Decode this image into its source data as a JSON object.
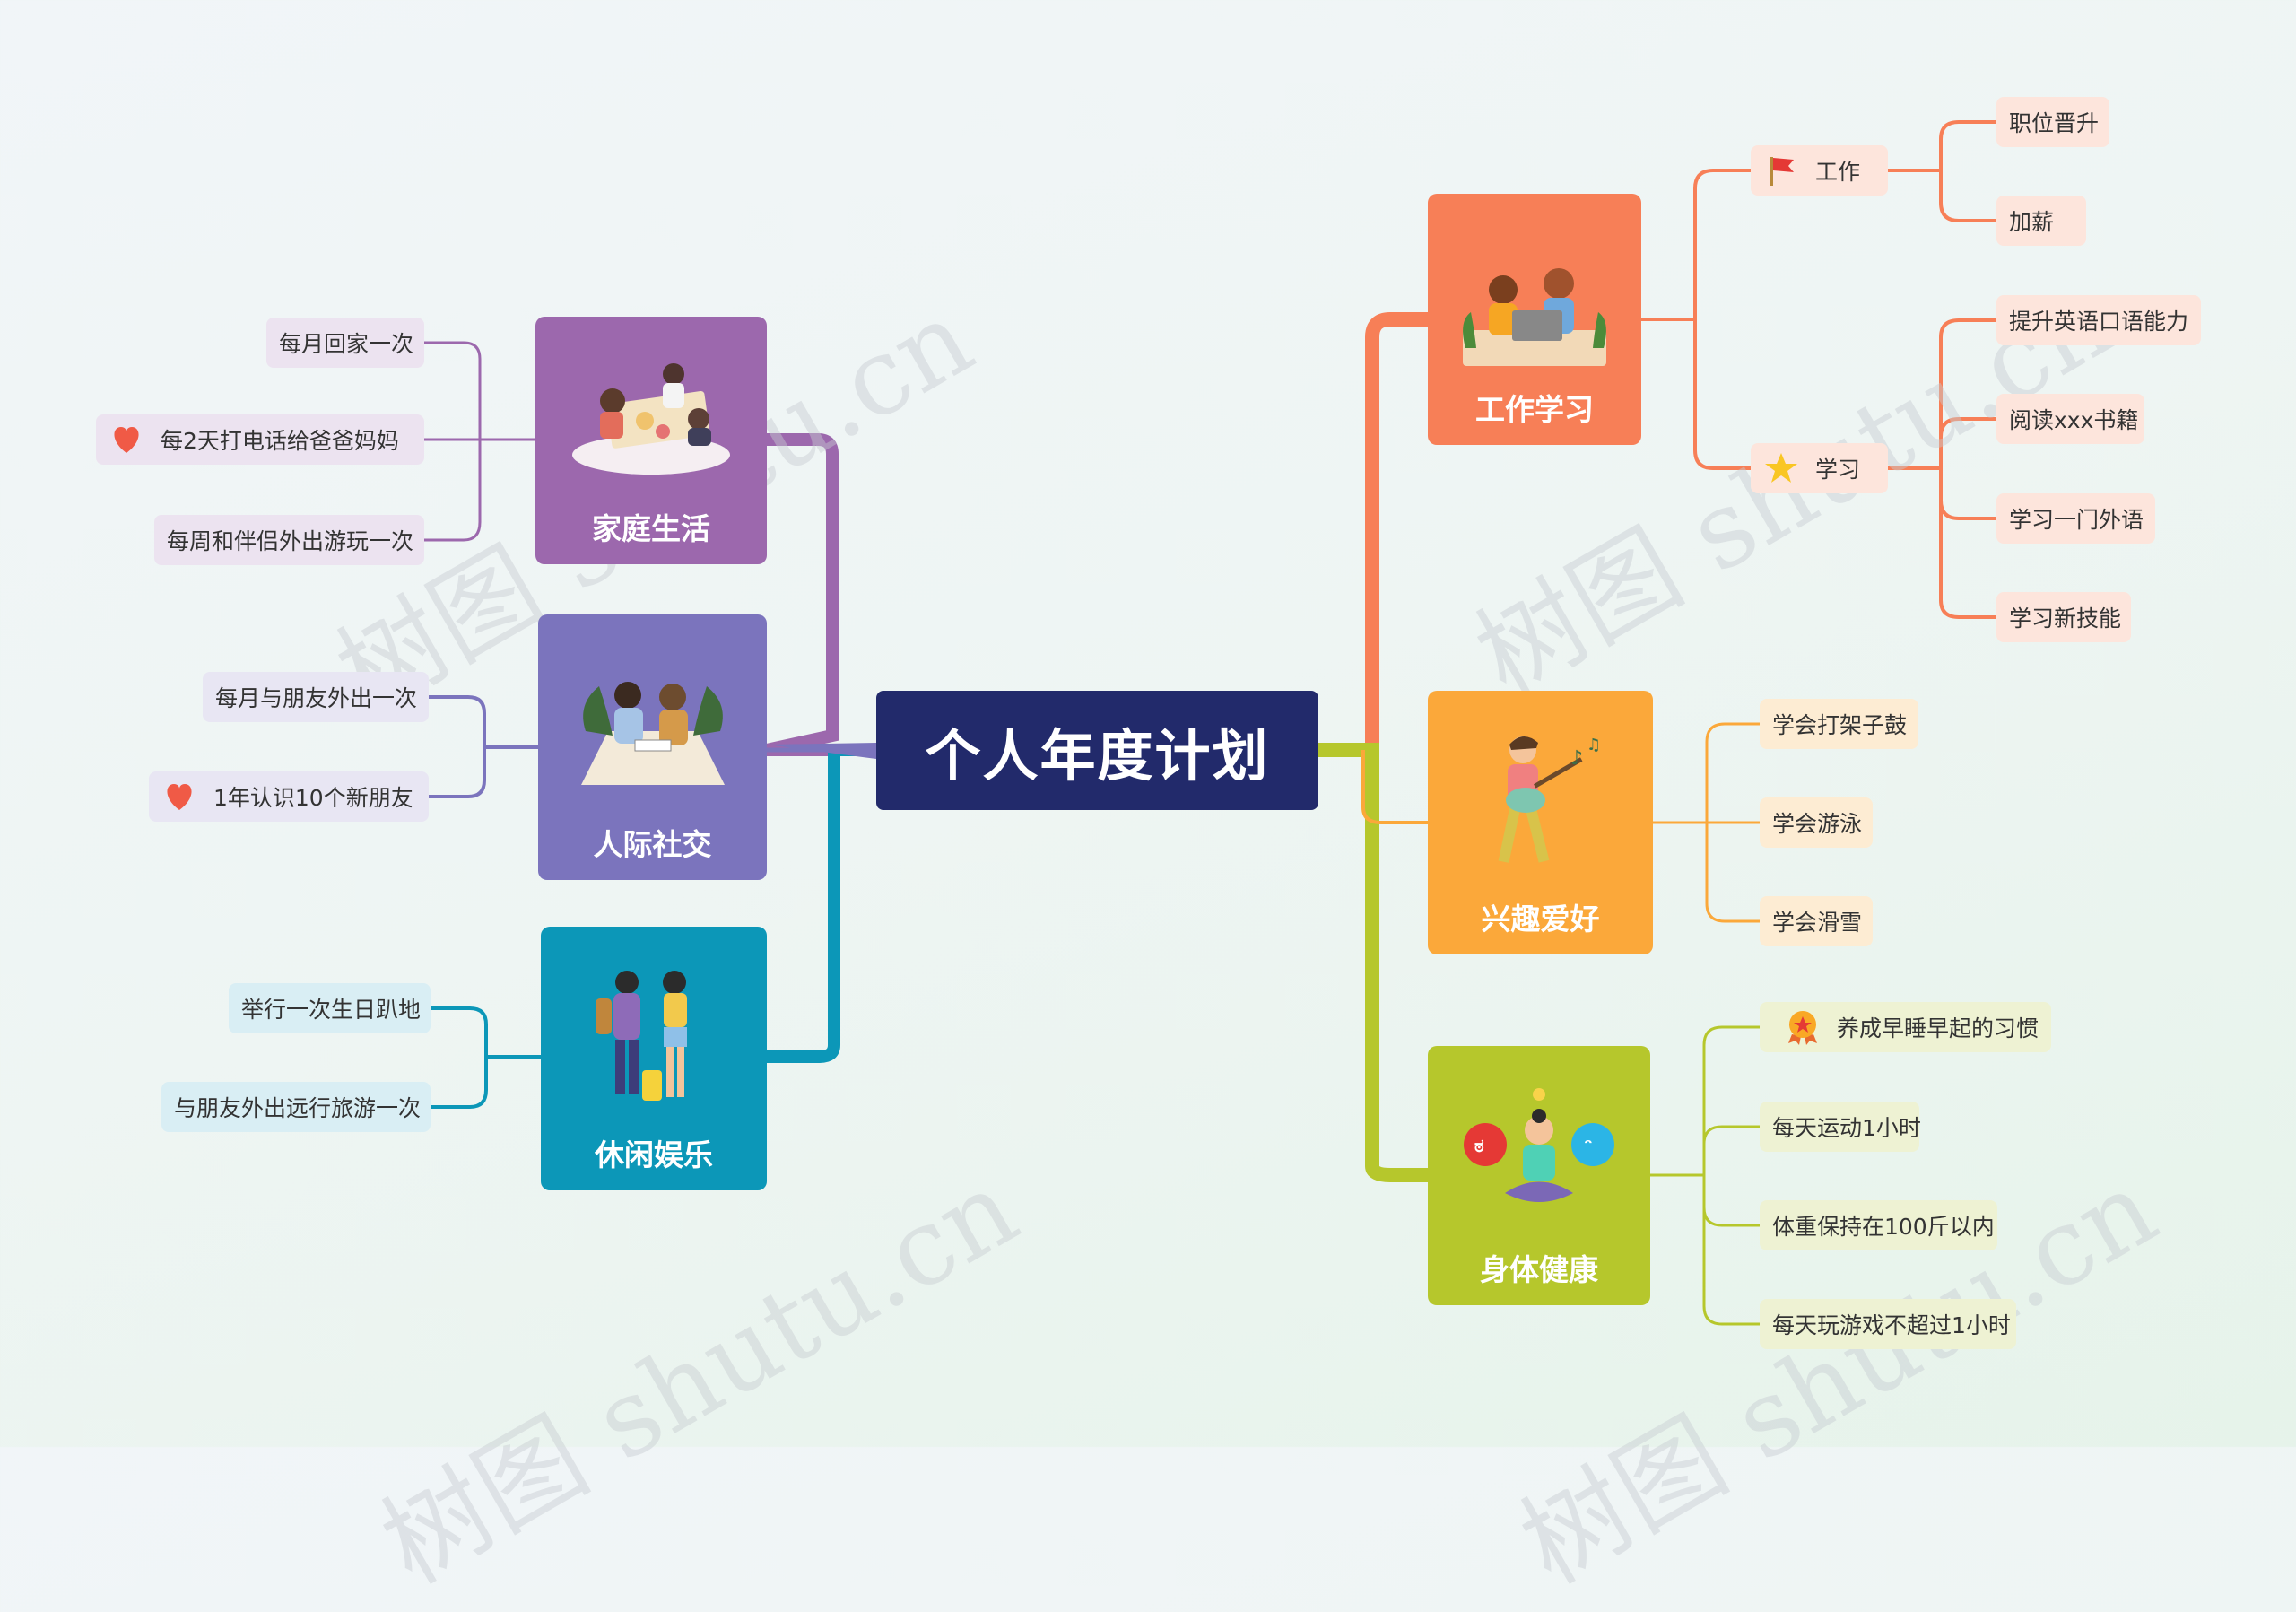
{
  "center": "个人年度计划",
  "branches": {
    "family": {
      "title": "家庭生活",
      "color": "#9c68ad",
      "items": [
        "每月回家一次",
        "每2天打电话给爸爸妈妈",
        "每周和伴侣外出游玩一次"
      ]
    },
    "social": {
      "title": "人际社交",
      "color": "#7b74bd",
      "items": [
        "每月与朋友外出一次",
        "1年认识10个新朋友"
      ]
    },
    "leisure": {
      "title": "休闲娱乐",
      "color": "#0c97b8",
      "items": [
        "举行一次生日趴地",
        "与朋友外出远行旅游一次"
      ]
    },
    "work": {
      "title": "工作学习",
      "color": "#f77f57",
      "sub": [
        {
          "label": "工作",
          "icon": "red-flag-icon",
          "items": [
            "职位晋升",
            "加薪"
          ]
        },
        {
          "label": "学习",
          "icon": "star-icon",
          "items": [
            "提升英语口语能力",
            "阅读xxx书籍",
            "学习一门外语",
            "学习新技能"
          ]
        }
      ]
    },
    "hobby": {
      "title": "兴趣爱好",
      "color": "#fba83a",
      "items": [
        "学会打架子鼓",
        "学会游泳",
        "学会滑雪"
      ]
    },
    "health": {
      "title": "身体健康",
      "color": "#b6c72c",
      "items": [
        "养成早睡早起的习惯",
        "每天运动1小时",
        "体重保持在100斤以内",
        "每天玩游戏不超过1小时"
      ]
    }
  },
  "icons": {
    "heart": "heart-icon",
    "medal": "medal-icon"
  },
  "watermark": "树图 shutu.cn"
}
